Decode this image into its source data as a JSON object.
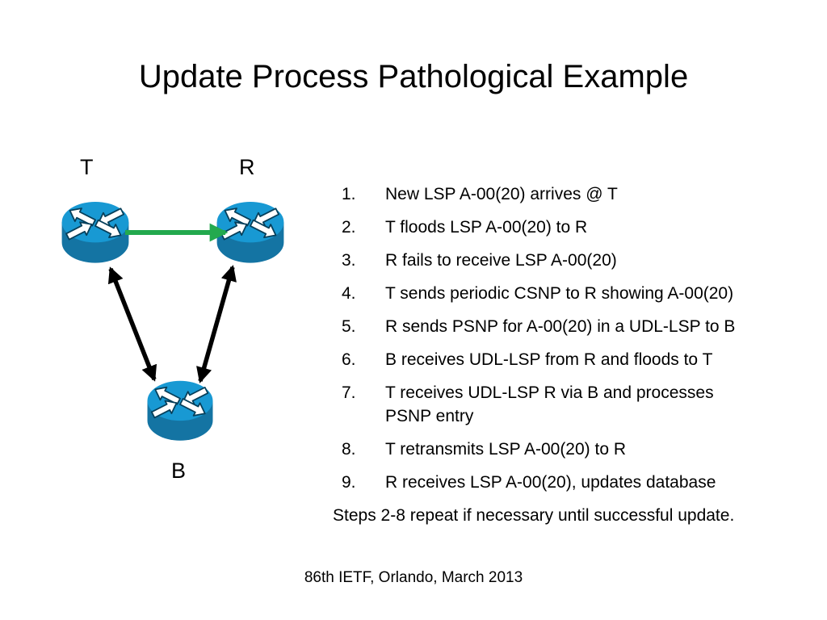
{
  "slide": {
    "title": "Update Process Pathological Example",
    "footer": "86th IETF, Orlando, March 2013",
    "background": "#ffffff",
    "text_color": "#000000"
  },
  "diagram": {
    "nodes": [
      {
        "id": "T",
        "label": "T"
      },
      {
        "id": "R",
        "label": "R"
      },
      {
        "id": "B",
        "label": "B"
      }
    ],
    "edges": [
      {
        "from": "T",
        "to": "R",
        "color": "#23a94e",
        "bidirectional": false
      },
      {
        "from": "T",
        "to": "B",
        "color": "#000000",
        "bidirectional": true
      },
      {
        "from": "R",
        "to": "B",
        "color": "#000000",
        "bidirectional": true
      }
    ],
    "colors": {
      "link_green": "#23a94e",
      "link_black": "#000000",
      "router_top": "#1899d3",
      "router_body": "#1474a3",
      "router_arrow": "#ffffff",
      "router_arrow_outline": "#063f5a"
    }
  },
  "steps": {
    "items": [
      {
        "num": "1.",
        "text": "New LSP A-00(20) arrives @ T"
      },
      {
        "num": "2.",
        "text": "T floods LSP A-00(20) to R"
      },
      {
        "num": "3.",
        "text": "R fails to receive LSP A-00(20)"
      },
      {
        "num": "4.",
        "text": "T sends periodic CSNP to R showing A-00(20)"
      },
      {
        "num": "5.",
        "text": "R sends PSNP for A-00(20) in a UDL-LSP to B"
      },
      {
        "num": "6.",
        "text": "B receives UDL-LSP from R and floods to T"
      },
      {
        "num": "7.",
        "text": "T receives UDL-LSP R via B and processes PSNP entry"
      },
      {
        "num": "8.",
        "text": "T retransmits LSP A-00(20) to R"
      },
      {
        "num": "9.",
        "text": "R receives LSP A-00(20), updates database"
      }
    ],
    "note": "Steps 2-8 repeat if necessary until successful update."
  }
}
